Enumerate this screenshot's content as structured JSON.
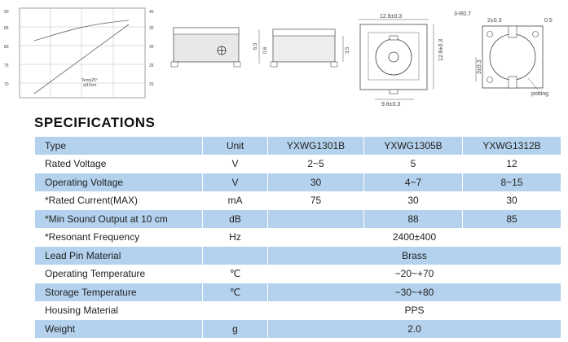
{
  "drawings": {
    "graph_label_line1": "Temp25°",
    "graph_label_line2": "at10cm",
    "dim_side_height": "6.5",
    "dim_side_small": "0.6",
    "dim_side_right": "3.5",
    "dim_top_width": "12.8±0.3",
    "dim_top_height": "12.8±0.3",
    "dim_pin_spacing": "9.8±0.3",
    "dim_radius": "3-R0.7",
    "dim_pin_width": "2±0.3",
    "dim_pin_offset": "3±0.3",
    "dim_pin_thick": "0.5",
    "label_potting": "potting"
  },
  "heading": "SPECIFICATIONS",
  "table": {
    "rows": [
      {
        "label": "Type",
        "unit": "Unit",
        "v1": "YXWG1301B",
        "v2": "YXWG1305B",
        "v3": "YXWG1312B"
      },
      {
        "label": "Rated Voltage",
        "unit": "V",
        "v1": "2~5",
        "v2": "5",
        "v3": "12"
      },
      {
        "label": "Operating Voltage",
        "unit": "V",
        "v1": "30",
        "v2": "4~7",
        "v3": "8~15"
      },
      {
        "label": "*Rated Current(MAX)",
        "unit": "mA",
        "v1": "75",
        "v2": "30",
        "v3": "30"
      },
      {
        "label": "*Min Sound Output at 10 cm",
        "unit": "dB",
        "v1": "",
        "v2": "88",
        "v3": "85"
      },
      {
        "label": "*Resonant Frequency",
        "unit": "Hz",
        "span": "2400±400"
      },
      {
        "label": "Lead Pin Material",
        "unit": "",
        "span": "Brass"
      },
      {
        "label": "Operating Temperature",
        "unit": "℃",
        "span": "−20~+70"
      },
      {
        "label": "Storage Temperature",
        "unit": "℃",
        "span": "−30~+80"
      },
      {
        "label": "Housing Material",
        "unit": "",
        "span": "PPS"
      },
      {
        "label": "Weight",
        "unit": "g",
        "span": "2.0"
      }
    ]
  }
}
